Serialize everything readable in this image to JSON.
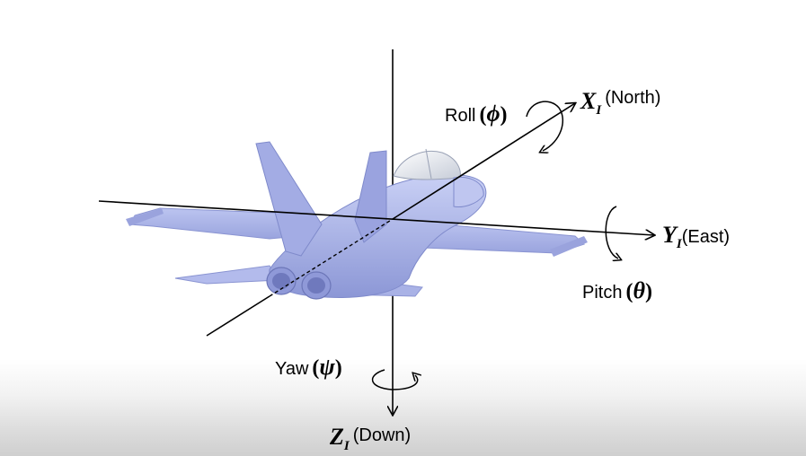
{
  "axes": {
    "x": {
      "symbol": "X",
      "subscript": "I",
      "direction": "(North)"
    },
    "y": {
      "symbol": "Y",
      "subscript": "I",
      "direction": "(East)"
    },
    "z": {
      "symbol": "Z",
      "subscript": "I",
      "direction": "(Down)"
    }
  },
  "rotations": {
    "roll": {
      "label": "Roll",
      "open": "(",
      "symbol": "ϕ",
      "close": ")"
    },
    "pitch": {
      "label": "Pitch",
      "open": "(",
      "symbol": "θ",
      "close": ")"
    },
    "yaw": {
      "label": "Yaw",
      "open": "(",
      "symbol": "ψ",
      "close": ")"
    }
  },
  "colors": {
    "aircraft": "#aab4e8",
    "aircraft_shadow": "#7d88c8",
    "canopy": "#e8ecf2",
    "axis_line": "#000000"
  }
}
